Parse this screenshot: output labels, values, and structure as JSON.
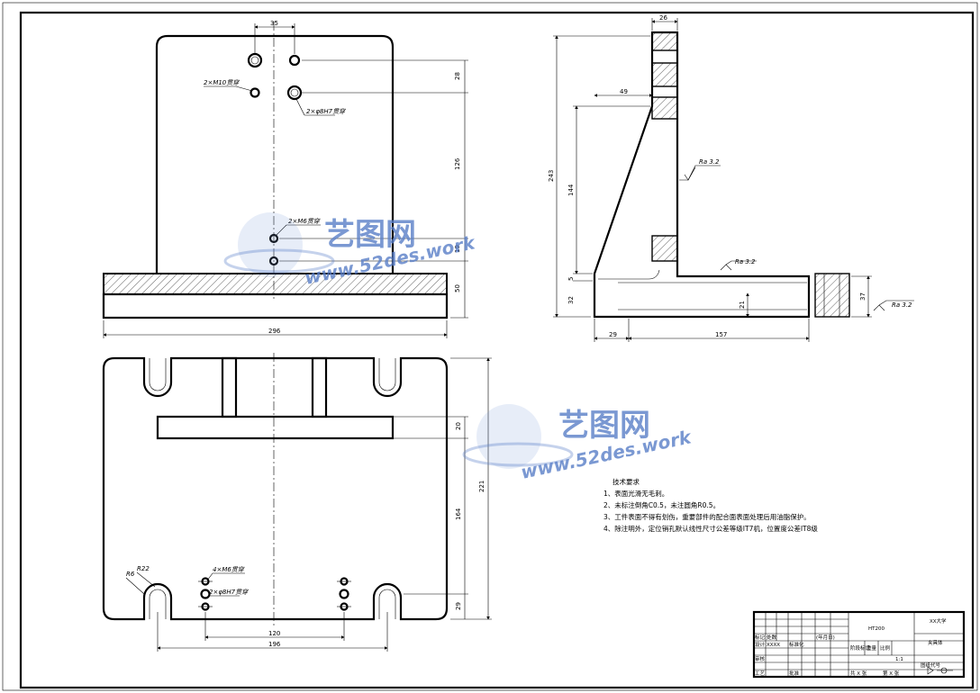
{
  "front_view": {
    "dims": {
      "top_spacing": "35",
      "d28": "28",
      "d126": "126",
      "d19": "19",
      "d50": "50",
      "width_296": "296"
    },
    "callouts": {
      "m10_thru": "2×M10贯穿",
      "pin_holes": "2×φ8H7贯穿",
      "m6_thru": "2×M6贯穿"
    }
  },
  "top_view": {
    "dims": {
      "d20": "20",
      "d221": "221",
      "d164": "164",
      "d29": "29",
      "d120": "120",
      "d196": "196",
      "r22": "R22",
      "r6": "R6"
    },
    "callouts": {
      "m6_thru": "4×M6贯穿",
      "pin_holes": "2×φ8H7贯穿"
    }
  },
  "side_view": {
    "dims": {
      "d26": "26",
      "d49": "49",
      "d243": "243",
      "d144": "144",
      "d5": "5",
      "d32": "32",
      "d21": "21",
      "d37": "37",
      "d29": "29",
      "d157": "157"
    },
    "roughness": [
      "Ra 3.2",
      "Ra 3.2",
      "Ra 3.2"
    ]
  },
  "watermark": {
    "brand": "艺图网",
    "url": "www.52des.work"
  },
  "tech_requirements": {
    "title": "技术要求",
    "items": [
      "1、表面光滑无毛刺。",
      "2、未标注倒角C0.5，未注圆角R0.5。",
      "3、工件表面不得有划伤，重要部件的配合面表面处理后用油脂保护。",
      "4、除注明外，定位销孔默认线性尺寸公差等级IT7机，位置度公差IT8级"
    ]
  },
  "title_block": {
    "material": "HT200",
    "school": "XX大学",
    "part_name": "夹具体",
    "drawing_no": "图纸代号",
    "scale": "1:1",
    "stage": "阶段标记",
    "weight": "重量",
    "ratio": "比例",
    "sheets_total": "共 X 张",
    "sheet_no": "第 X 张",
    "row_design": "设计",
    "row_review": "审核",
    "row_process": "工艺",
    "row_approve": "批准",
    "row_mark": "标记",
    "row_count": "处数",
    "row_std": "标准化",
    "date_label": "(年月日)",
    "design_code": "XXXX"
  }
}
